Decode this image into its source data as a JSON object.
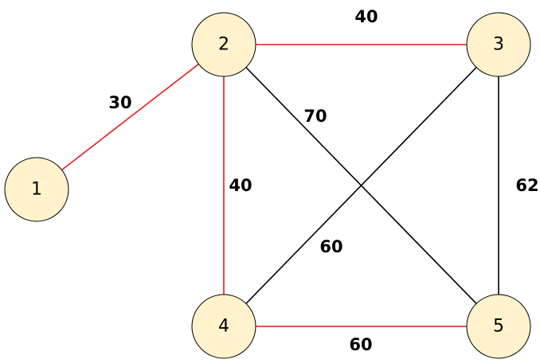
{
  "graph": {
    "colors": {
      "node_fill": "#fff2cc",
      "node_stroke": "#000000",
      "highlight_edge": "#e31a1c",
      "normal_edge": "#000000"
    },
    "nodes": [
      {
        "id": "1",
        "label": "1"
      },
      {
        "id": "2",
        "label": "2"
      },
      {
        "id": "3",
        "label": "3"
      },
      {
        "id": "4",
        "label": "4"
      },
      {
        "id": "5",
        "label": "5"
      }
    ],
    "edges": [
      {
        "id": "e12",
        "from": "1",
        "to": "2",
        "weight": "30",
        "highlighted": true
      },
      {
        "id": "e23",
        "from": "2",
        "to": "3",
        "weight": "40",
        "highlighted": true
      },
      {
        "id": "e24",
        "from": "2",
        "to": "4",
        "weight": "40",
        "highlighted": true
      },
      {
        "id": "e25",
        "from": "2",
        "to": "5",
        "weight": "70",
        "highlighted": false
      },
      {
        "id": "e34",
        "from": "3",
        "to": "4",
        "weight": "60",
        "highlighted": false
      },
      {
        "id": "e35",
        "from": "3",
        "to": "5",
        "weight": "62",
        "highlighted": false
      },
      {
        "id": "e45",
        "from": "4",
        "to": "5",
        "weight": "60",
        "highlighted": true
      }
    ]
  }
}
